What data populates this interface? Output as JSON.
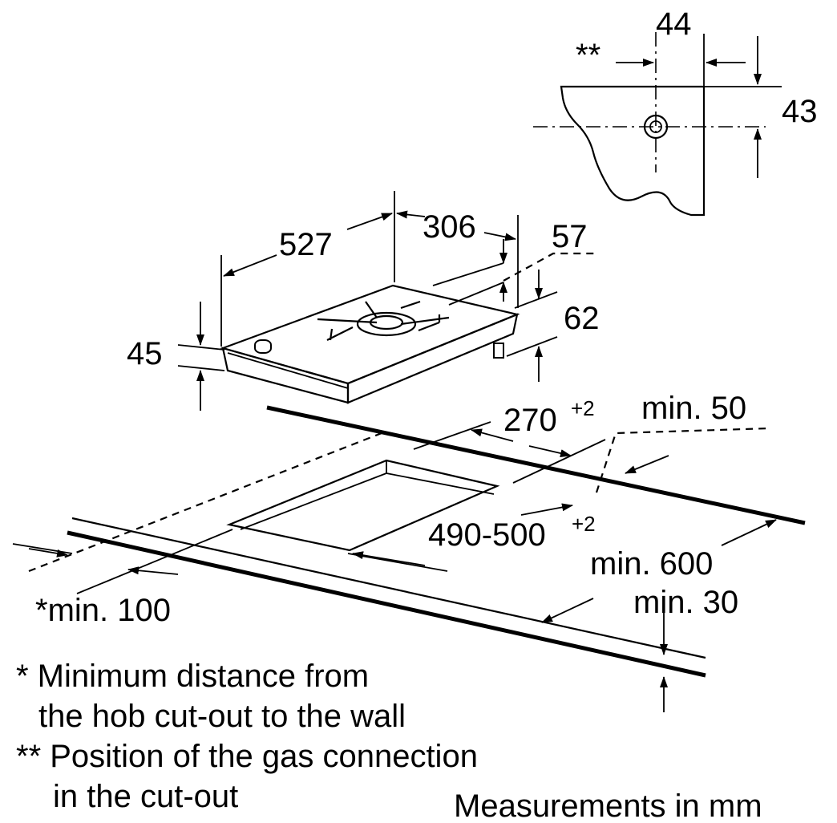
{
  "dimensions": {
    "d44": "44",
    "d43": "43",
    "stars": "**",
    "d527": "527",
    "d306": "306",
    "d57": "57",
    "d62": "62",
    "d45": "45",
    "d270": "270",
    "d270_tol": "+2",
    "min50": "min. 50",
    "d490": "490-500",
    "d490_tol": "+2",
    "min600": "min. 600",
    "min30": "min. 30",
    "min100": "*min. 100"
  },
  "notes": {
    "n1_line1": "* Minimum distance from",
    "n1_line2": "the hob cut-out to the wall",
    "n2_line1": "** Position of the gas connection",
    "n2_line2": "in the cut-out",
    "units": "Measurements in mm"
  }
}
